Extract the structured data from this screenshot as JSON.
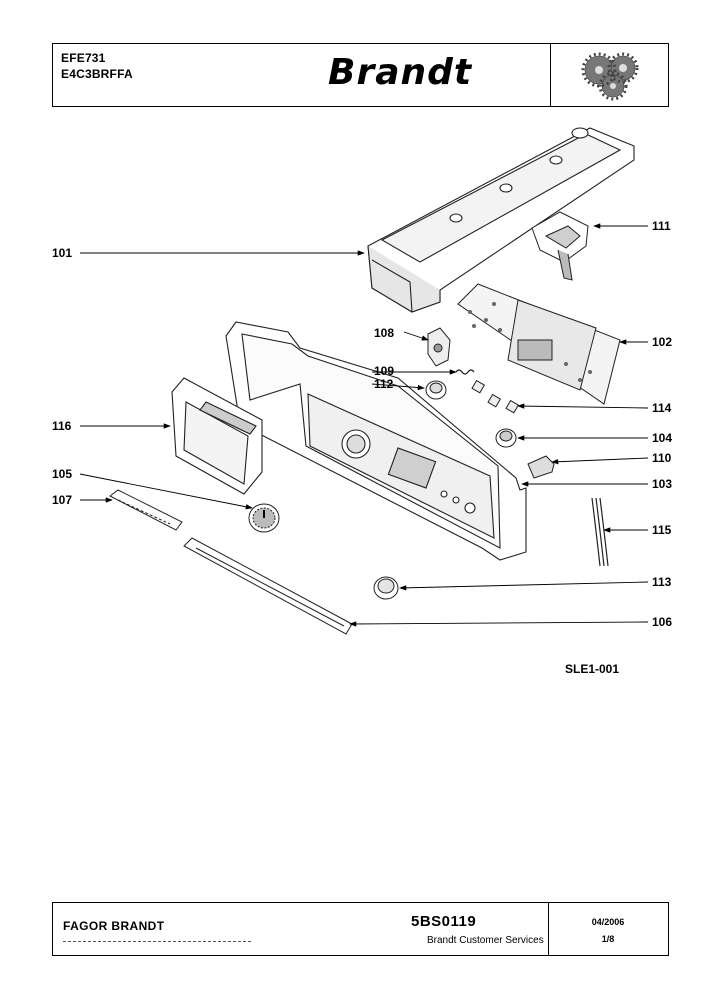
{
  "header": {
    "model_line_1": "EFE731",
    "model_line_2": "E4C3BRFFA",
    "brand": "Brandt"
  },
  "callouts": {
    "c101": "101",
    "c102": "102",
    "c103": "103",
    "c104": "104",
    "c105": "105",
    "c106": "106",
    "c107": "107",
    "c108": "108",
    "c109": "109",
    "c110": "110",
    "c111": "111",
    "c112": "112",
    "c113": "113",
    "c114": "114",
    "c115": "115",
    "c116": "116"
  },
  "diagram_ref": "SLE1-001",
  "footer": {
    "company": "FAGOR BRANDT",
    "doc_code": "5BS0119",
    "department": "Brandt Customer Services",
    "date": "04/2006",
    "page": "1/8"
  }
}
